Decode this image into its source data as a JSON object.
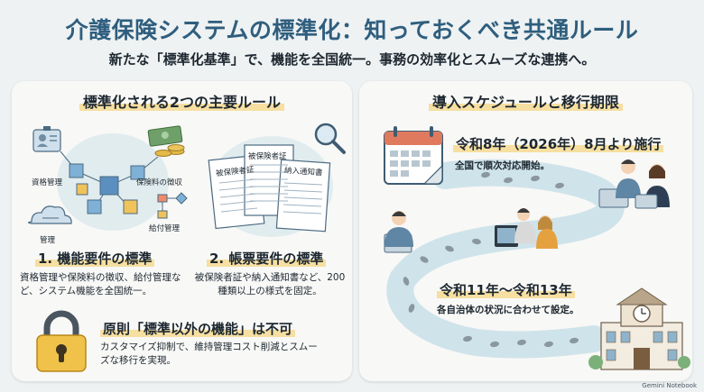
{
  "header": {
    "title": "介護保険システムの標準化：知っておくべき共通ルール",
    "subtitle": "新たな「標準化基準」で、機能を全国統一。事務の効率化とスムーズな連携へ。"
  },
  "left_panel": {
    "heading": "標準化される2つの主要ルール",
    "illustration_labels": {
      "qualification": "資格管理",
      "premium": "保険料の徴収",
      "management": "管理",
      "benefit": "給付管理"
    },
    "document_labels": {
      "doc1": "被保険者証",
      "doc2": "被保険者証",
      "doc3": "納入通知書"
    },
    "rule1": {
      "title": "1. 機能要件の標準",
      "description": "資格管理や保険料の徴収、給付管理など、システム機能を全国統一。"
    },
    "rule2": {
      "title": "2. 帳票要件の標準",
      "description": "被保険者証や納入通知書など、200種類以上の様式を固定。"
    },
    "principle": {
      "title": "原則「標準以外の機能」は不可",
      "description": "カスタマイズ抑制で、維持管理コスト削減とスムーズな移行を実現。"
    }
  },
  "right_panel": {
    "heading": "導入スケジュールと移行期限",
    "milestone1": {
      "title": "令和8年（2026年）8月より施行",
      "description": "全国で順次対応開始。"
    },
    "milestone2": {
      "title": "令和11年〜令和13年",
      "description": "各自治体の状況に合わせて設定。"
    }
  },
  "footer": {
    "watermark": "Gemini Notebook"
  },
  "colors": {
    "title_blue": "#2f5e7e",
    "highlight": "#f6dfa1",
    "panel_bg": "#f8f8f6",
    "page_bg": "#eef2f3"
  },
  "icons": [
    "id-card-icon",
    "money-icon",
    "cloud-icon",
    "flowchart-icon",
    "cube-network-icon",
    "document-icon",
    "magnifier-icon",
    "padlock-icon",
    "calendar-icon",
    "person-icon",
    "footprint-path-icon",
    "government-building-icon"
  ]
}
